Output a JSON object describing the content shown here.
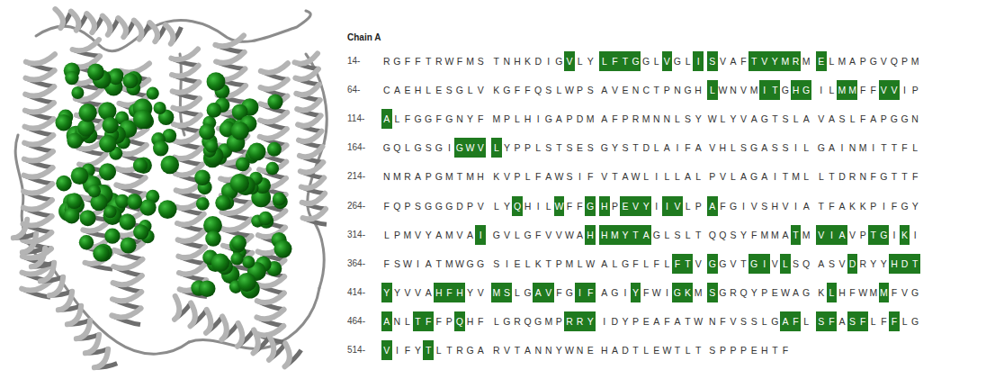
{
  "diagram": {
    "labels": [
      "Chain A",
      "14-",
      "RGFFTRWFMS",
      "TNHKDIGVLY",
      "LFTGGLVGLI",
      "SVAFTVYMRM",
      "ELMAPGVQPM",
      "64-",
      "CAEHLESGLV",
      "KGFFQSLWPS",
      "AVENCTPNGH",
      "LWNVMITGHG",
      "ILMMFFVVIP",
      "114-",
      "ALFGGFGNYF",
      "MPLHIGAPDM",
      "AFPRMNNLSY",
      "WLYVAGTSLA",
      "VASLFAPGGN",
      "164-",
      "GQLGSGIGWV",
      "LYPPLSTSES",
      "GYSTDLAIFA",
      "VHLSGASSIL",
      "GAINMITTFL",
      "214-",
      "NMRAPGMTMH",
      "KVPLFAWSIF",
      "VTAWLILLAL",
      "PVLAGAITML",
      "LTDRNFGTTF",
      "264-",
      "FQPSGGGDPV",
      "LYQHILWFFG",
      "HPEVYIIVLP",
      "AFGIVSHVIA",
      "TFAKKPIFGY",
      "314-",
      "LPMVYAMVAI",
      "GVLGFVVWAH",
      "HMYTAGLSLT",
      "QQSYFMMATM",
      "VIAVPTGIKI",
      "364-",
      "FSWIATMWGG",
      "SIELKTPMLW",
      "ALGFLFLFTV",
      "GGVTGIVLSQ",
      "ASVDRYYHDT",
      "414-",
      "YYVVAHFHYV",
      "MSLGAVFGIF",
      "AGIYFWIGKM",
      "SGRQYPEWAG",
      "KLHFWMMFVG",
      "464-",
      "ANLTFFPQHF",
      "LGRQGMPRRY",
      "IDYPEAFATW",
      "NFVSSLGAFL",
      "SFASFLFFLG",
      "514-",
      "VIFYTLTRGA",
      "RVTANNYWNE",
      "HADTLEWTLT",
      "SPPPEHTF"
    ]
  }
}
